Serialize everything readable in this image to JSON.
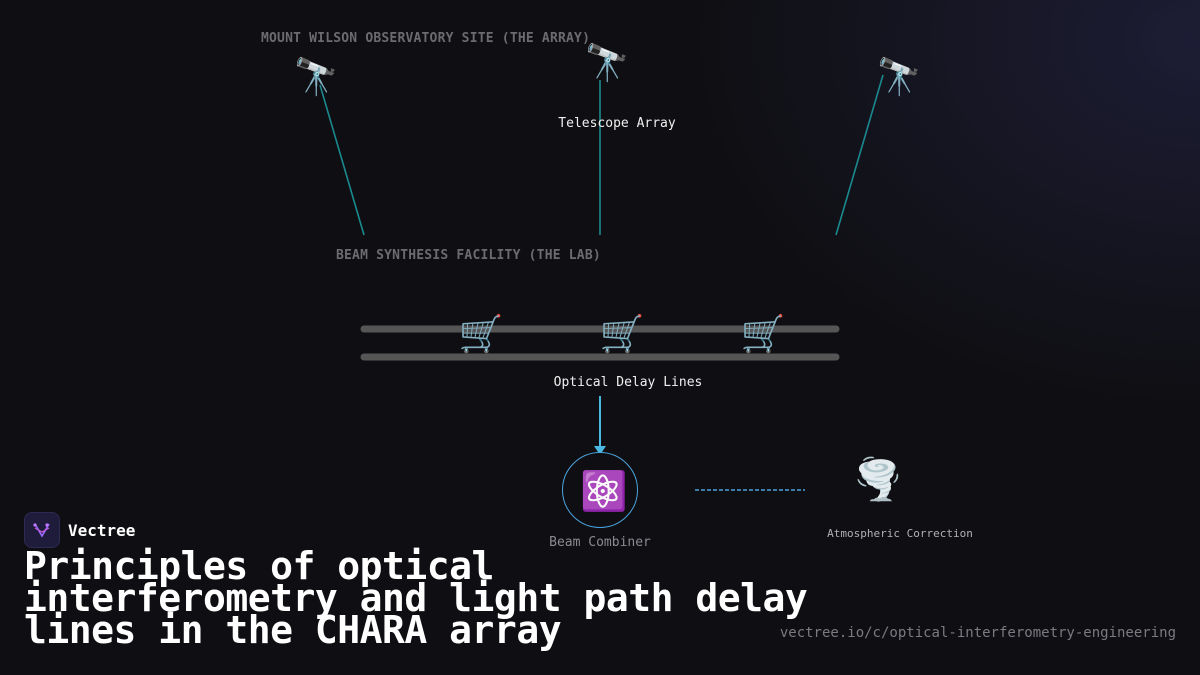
{
  "sections": {
    "observatory": "MOUNT WILSON OBSERVATORY SITE (THE ARRAY)",
    "lab": "BEAM SYNTHESIS FACILITY (THE LAB)"
  },
  "nodes": {
    "telescope_array": "Telescope Array",
    "delay_lines": "Optical Delay Lines",
    "beam_combiner": "Beam Combiner",
    "atmospheric_correction": "Atmospheric Correction"
  },
  "icons": {
    "telescope": "🔭",
    "cart": "🛒",
    "combiner": "⚛️",
    "atmosphere": "🌪️"
  },
  "colors": {
    "beam_line": "#1a8a8f",
    "accent_blue": "#4aa3df",
    "rail": "#555555"
  },
  "brand": {
    "name": "Vectree"
  },
  "title": "Principles of optical interferometry and light path delay lines in the CHARA array",
  "url": "vectree.io/c/optical-interferometry-engineering"
}
